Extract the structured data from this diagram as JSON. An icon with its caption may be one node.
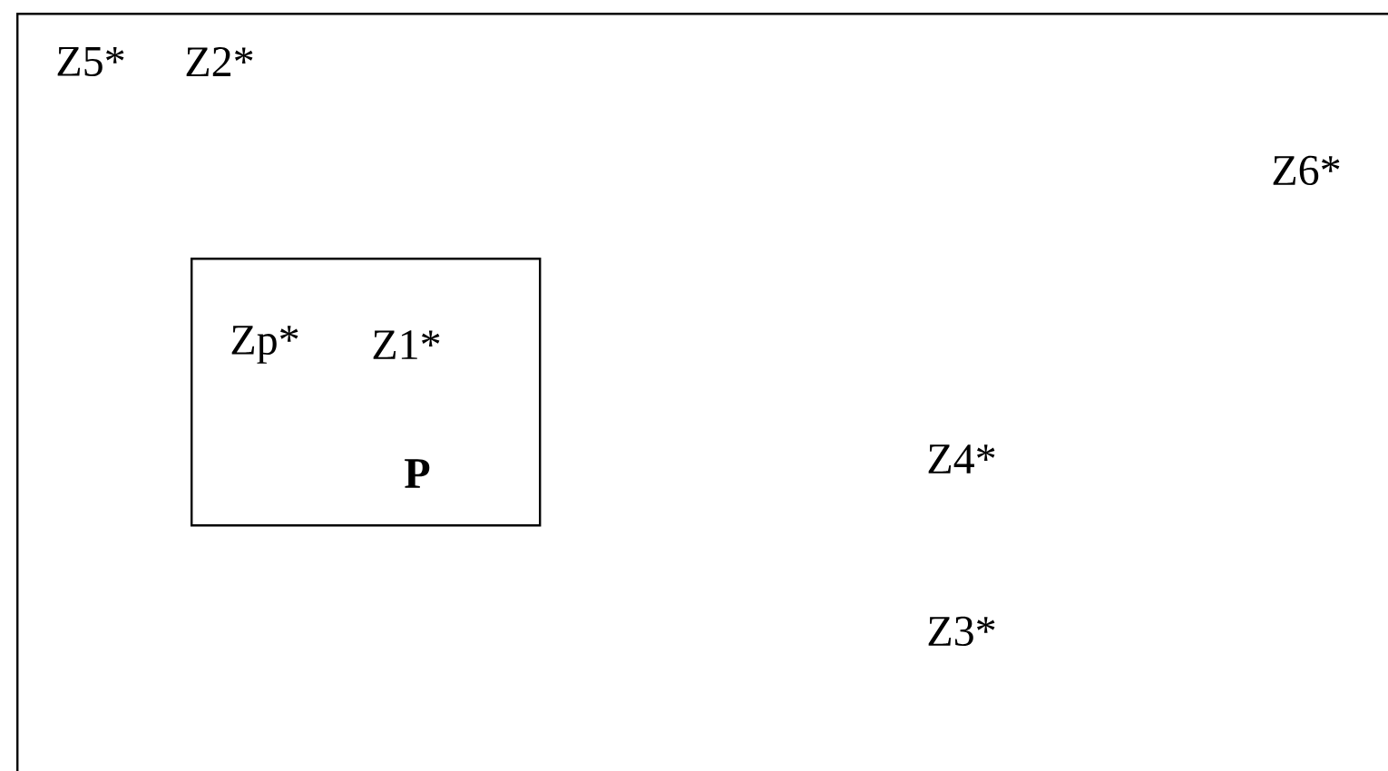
{
  "diagram": {
    "nodes": [
      {
        "text": [
          "Z5*",
          "Z2*",
          "Z6*",
          "Z4*",
          "Z3*"
        ]
      },
      {
        "text": [
          "Zp*",
          "Z1*",
          "P"
        ],
        "in": 0
      }
    ]
  }
}
